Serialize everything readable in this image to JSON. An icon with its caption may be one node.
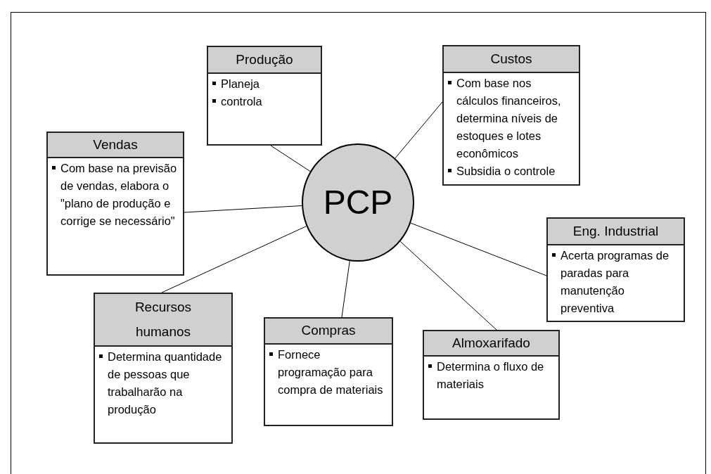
{
  "diagram": {
    "nodes": [
      {
        "text": [
          "Produção",
          "Planeja",
          "controla"
        ]
      },
      {
        "text": [
          "Custos",
          "Com base nos cálculos financeiros, determina níveis de estoques e lotes econômicos",
          "Subsidia o controle"
        ]
      },
      {
        "text": [
          "Vendas",
          "Com base na previsão de vendas, elabora o \"plano de produção e corrige se necessário\""
        ]
      },
      {
        "text": [
          "PCP"
        ]
      },
      {
        "text": [
          "Eng. Industrial",
          "Acerta programas de paradas para manutenção preventiva"
        ]
      },
      {
        "text": [
          "Recursos humanos",
          "Determina quantidade de pessoas que trabalharão na produção"
        ]
      },
      {
        "text": [
          "Compras",
          "Fornece programação para compra de materiais"
        ]
      },
      {
        "text": [
          "Almoxarifado",
          "Determina o fluxo de materiais"
        ]
      }
    ],
    "edges": [
      {
        "from": 3,
        "to": 0,
        "arrow": "none"
      },
      {
        "from": 3,
        "to": 1,
        "arrow": "none"
      },
      {
        "from": 3,
        "to": 2,
        "arrow": "none"
      },
      {
        "from": 3,
        "to": 4,
        "arrow": "none"
      },
      {
        "from": 3,
        "to": 5,
        "arrow": "none"
      },
      {
        "from": 3,
        "to": 6,
        "arrow": "none"
      },
      {
        "from": 3,
        "to": 7,
        "arrow": "none"
      }
    ]
  }
}
